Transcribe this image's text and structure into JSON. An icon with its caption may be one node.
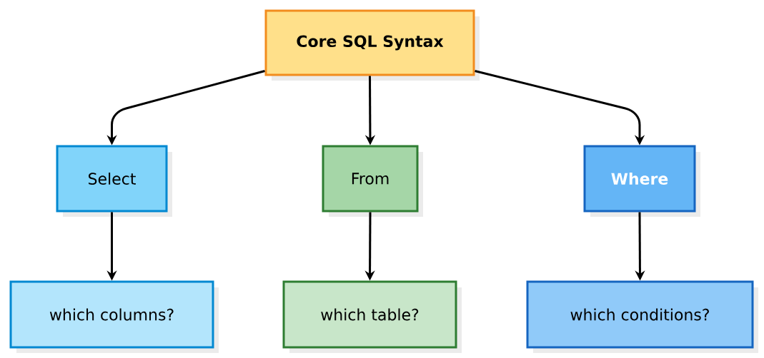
{
  "diagram": {
    "nodes": [
      {
        "text": [
          "Core SQL Syntax"
        ]
      },
      {
        "text": [
          "Select"
        ]
      },
      {
        "text": [
          "From"
        ]
      },
      {
        "text": [
          "Where"
        ]
      },
      {
        "text": [
          "which columns?"
        ]
      },
      {
        "text": [
          "which table?"
        ]
      },
      {
        "text": [
          "which conditions?"
        ]
      }
    ],
    "edges": [
      {
        "from": 0,
        "to": 1,
        "arrow": "to"
      },
      {
        "from": 0,
        "to": 2,
        "arrow": "to"
      },
      {
        "from": 0,
        "to": 3,
        "arrow": "to"
      },
      {
        "from": 1,
        "to": 4,
        "arrow": "to"
      },
      {
        "from": 2,
        "to": 5,
        "arrow": "to"
      },
      {
        "from": 3,
        "to": 6,
        "arrow": "to"
      }
    ]
  }
}
